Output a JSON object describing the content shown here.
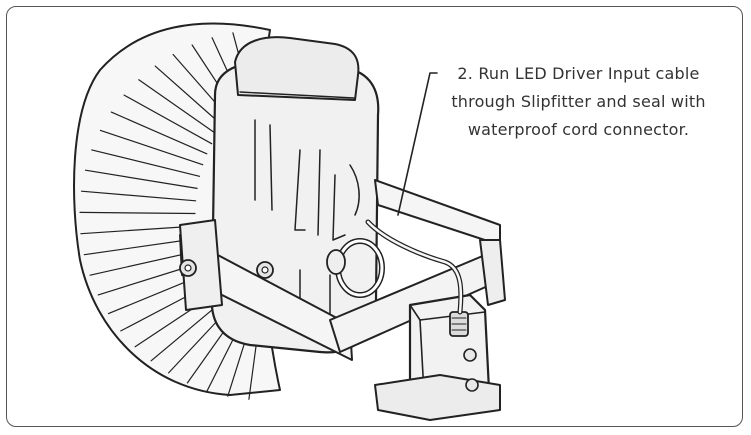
{
  "callout": {
    "lines": [
      "2. Run LED Driver Input cable",
      "through Slipfitter and seal with",
      "waterproof cord connector."
    ]
  },
  "colors": {
    "outline": "#222222",
    "frame": "#555555",
    "fill": "#f4f4f4"
  }
}
